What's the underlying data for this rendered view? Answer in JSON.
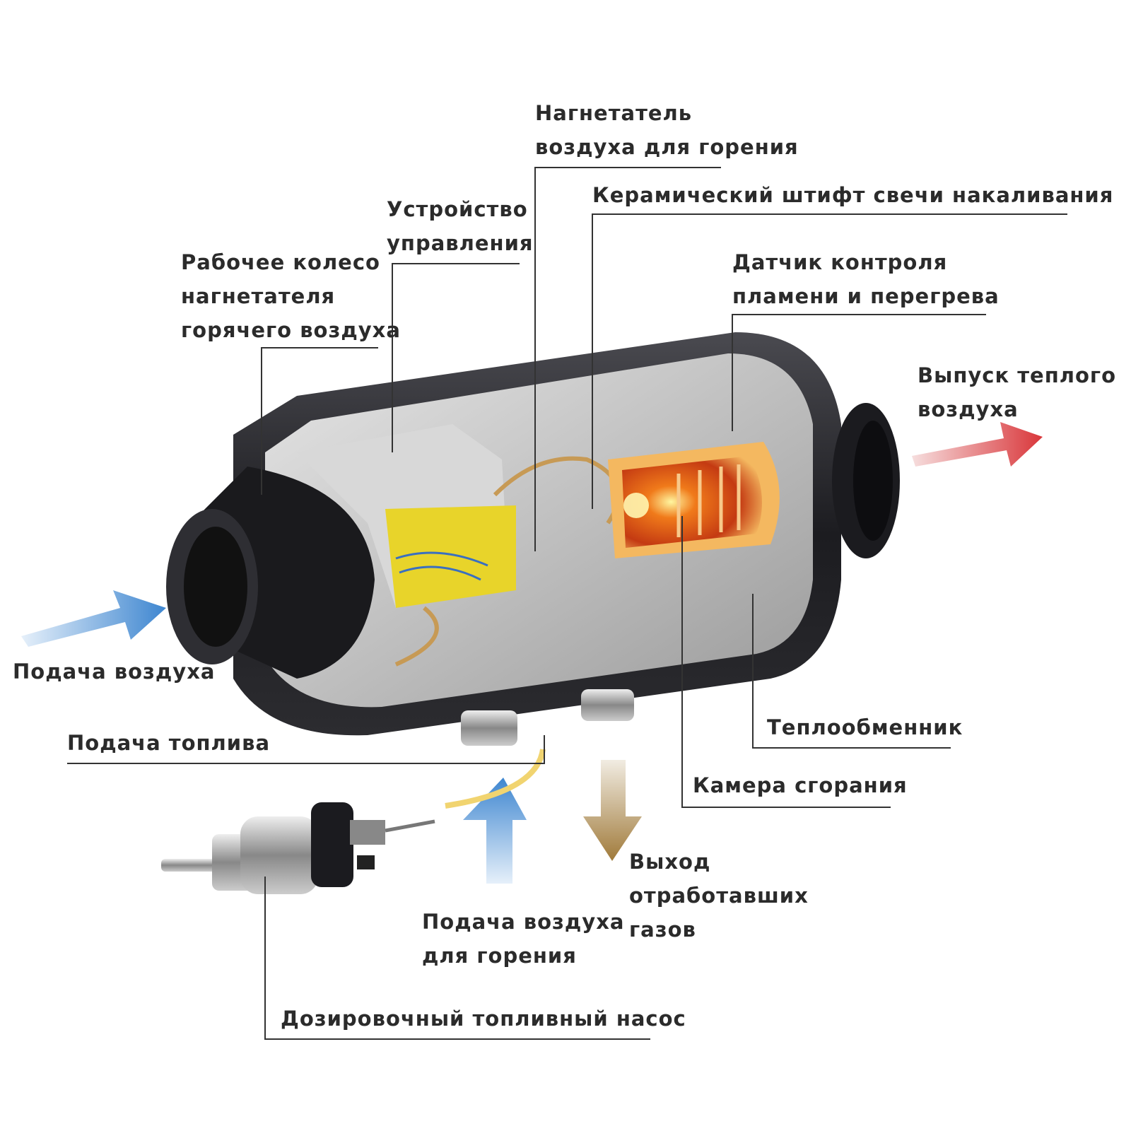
{
  "labels": {
    "combustion_blower": [
      "Нагнетатель",
      "воздуха для горения"
    ],
    "glow_pin": [
      "Керамический штифт свечи накаливания"
    ],
    "control_unit": [
      "Устройство",
      "управления"
    ],
    "impeller": [
      "Рабочее колесо",
      "нагнетателя",
      "горячего воздуха"
    ],
    "flame_sensor": [
      "Датчик контроля",
      "пламени и перегрева"
    ],
    "warm_air_outlet": [
      "Выпуск теплого",
      "воздуха"
    ],
    "air_intake": [
      "Подача воздуха"
    ],
    "fuel_supply": [
      "Подача топлива"
    ],
    "heat_exchanger": [
      "Теплообменник"
    ],
    "combustion_chamber": [
      "Камера сгорания"
    ],
    "exhaust": [
      "Выход",
      "отработавших",
      "газов"
    ],
    "combustion_air": [
      "Подача воздуха",
      "для горения"
    ],
    "fuel_pump": [
      "Дозировочный топливный насос"
    ]
  },
  "colors": {
    "text": "#2b2b2b",
    "leader": "#333333",
    "body": "#1e1e22",
    "cold_air": "#4a8fd4",
    "warm_air": "#d9363a",
    "exhaust": "#a07a3a",
    "flame": "#f07a1a",
    "board": "#e8d42a"
  }
}
